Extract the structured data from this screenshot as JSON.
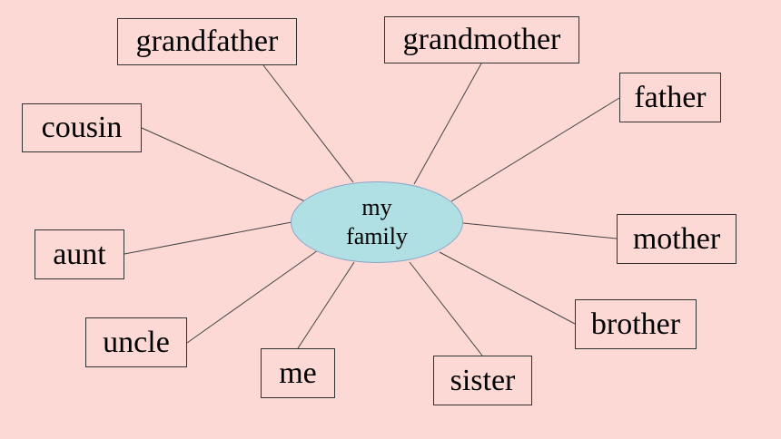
{
  "diagram": {
    "center": {
      "line1": "my",
      "line2": "family",
      "fill": "#b0dfe4",
      "stroke": "#8aa5c6"
    },
    "background": "#fdd9d6",
    "nodes": [
      {
        "id": "grandfather",
        "label": "grandfather"
      },
      {
        "id": "grandmother",
        "label": "grandmother"
      },
      {
        "id": "father",
        "label": "father"
      },
      {
        "id": "cousin",
        "label": "cousin"
      },
      {
        "id": "aunt",
        "label": "aunt"
      },
      {
        "id": "mother",
        "label": "mother"
      },
      {
        "id": "uncle",
        "label": "uncle"
      },
      {
        "id": "me",
        "label": "me"
      },
      {
        "id": "sister",
        "label": "sister"
      },
      {
        "id": "brother",
        "label": "brother"
      }
    ]
  }
}
